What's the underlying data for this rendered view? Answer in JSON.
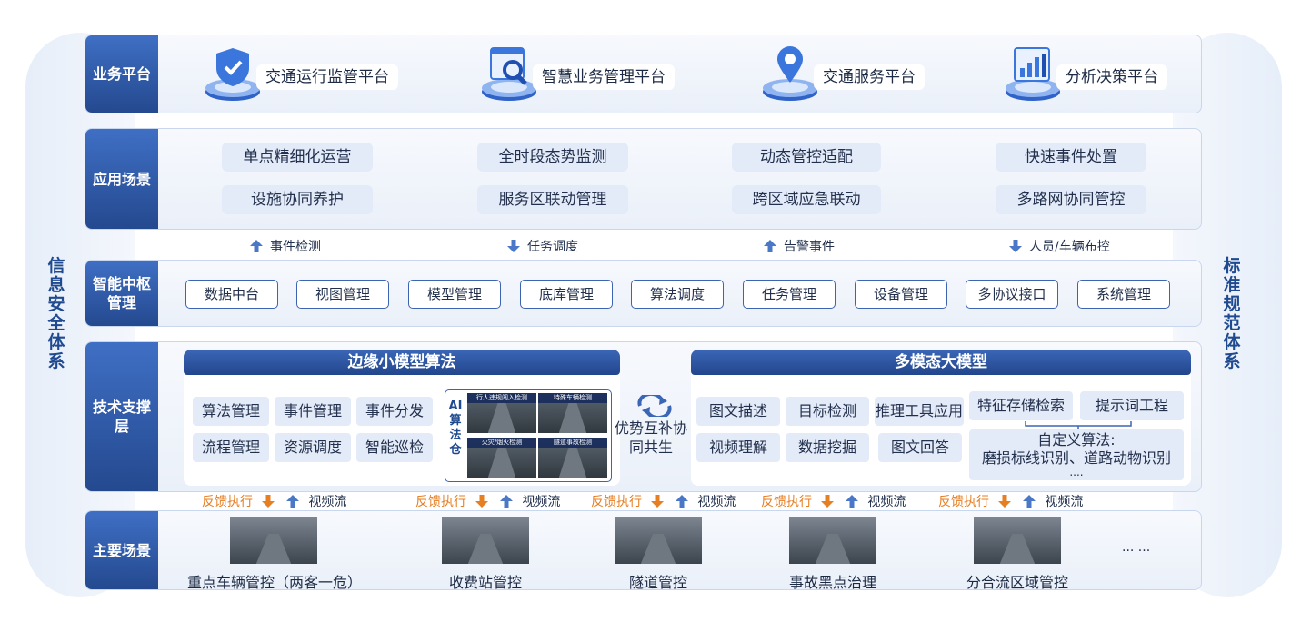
{
  "left_side": "信息安全体系",
  "right_side": "标准规范体系",
  "business": {
    "label": "业务平台",
    "platforms": [
      {
        "name": "交通运行监管平台",
        "icon": "shield-check-icon"
      },
      {
        "name": "智慧业务管理平台",
        "icon": "search-document-icon"
      },
      {
        "name": "交通服务平台",
        "icon": "map-pin-icon"
      },
      {
        "name": "分析决策平台",
        "icon": "bar-chart-icon"
      }
    ]
  },
  "application": {
    "label": "应用场景",
    "items": [
      "单点精细化运营",
      "全时段态势监测",
      "动态管控适配",
      "快速事件处置",
      "设施协同养护",
      "服务区联动管理",
      "跨区域应急联动",
      "多路网协同管控"
    ]
  },
  "flows": [
    {
      "label": "事件检测",
      "dir": "up"
    },
    {
      "label": "任务调度",
      "dir": "down"
    },
    {
      "label": "告警事件",
      "dir": "up"
    },
    {
      "label": "人员/车辆布控",
      "dir": "down"
    }
  ],
  "hub": {
    "label": "智能中枢管理",
    "items": [
      "数据中台",
      "视图管理",
      "模型管理",
      "底库管理",
      "算法调度",
      "任务管理",
      "设备管理",
      "多协议接口",
      "系统管理"
    ]
  },
  "tech": {
    "label": "技术支撑层",
    "edge": {
      "title": "边缘小模型算法",
      "buttons": [
        "算法管理",
        "事件管理",
        "事件分发",
        "流程管理",
        "资源调度",
        "智能巡检"
      ],
      "warehouse_title": "AI算法仓",
      "thumbs": [
        "行人违规闯入检测",
        "特殊车辆检测",
        "火灾/烟火检测",
        "隧道事故检测"
      ]
    },
    "middle": "优势互补协同共生",
    "large": {
      "title": "多模态大模型",
      "buttons": [
        "图文描述",
        "目标检测",
        "推理工具应用",
        "视频理解",
        "数据挖掘",
        "图文回答"
      ],
      "right_buttons": [
        "特征存储检索",
        "提示词工程"
      ],
      "custom_title": "自定义算法:",
      "custom_body": "磨损标线识别、道路动物识别",
      "custom_more": "...."
    }
  },
  "feedback": {
    "feedback_label": "反馈执行",
    "video_label": "视频流"
  },
  "scenes": {
    "label": "主要场景",
    "items": [
      "重点车辆管控（两客一危）",
      "收费站管控",
      "隧道管控",
      "事故黑点治理",
      "分合流区域管控"
    ],
    "more": "... ..."
  },
  "colors": {
    "accent": "#24498f",
    "light": "#e4ebf8",
    "feedback": "#e67e22"
  }
}
